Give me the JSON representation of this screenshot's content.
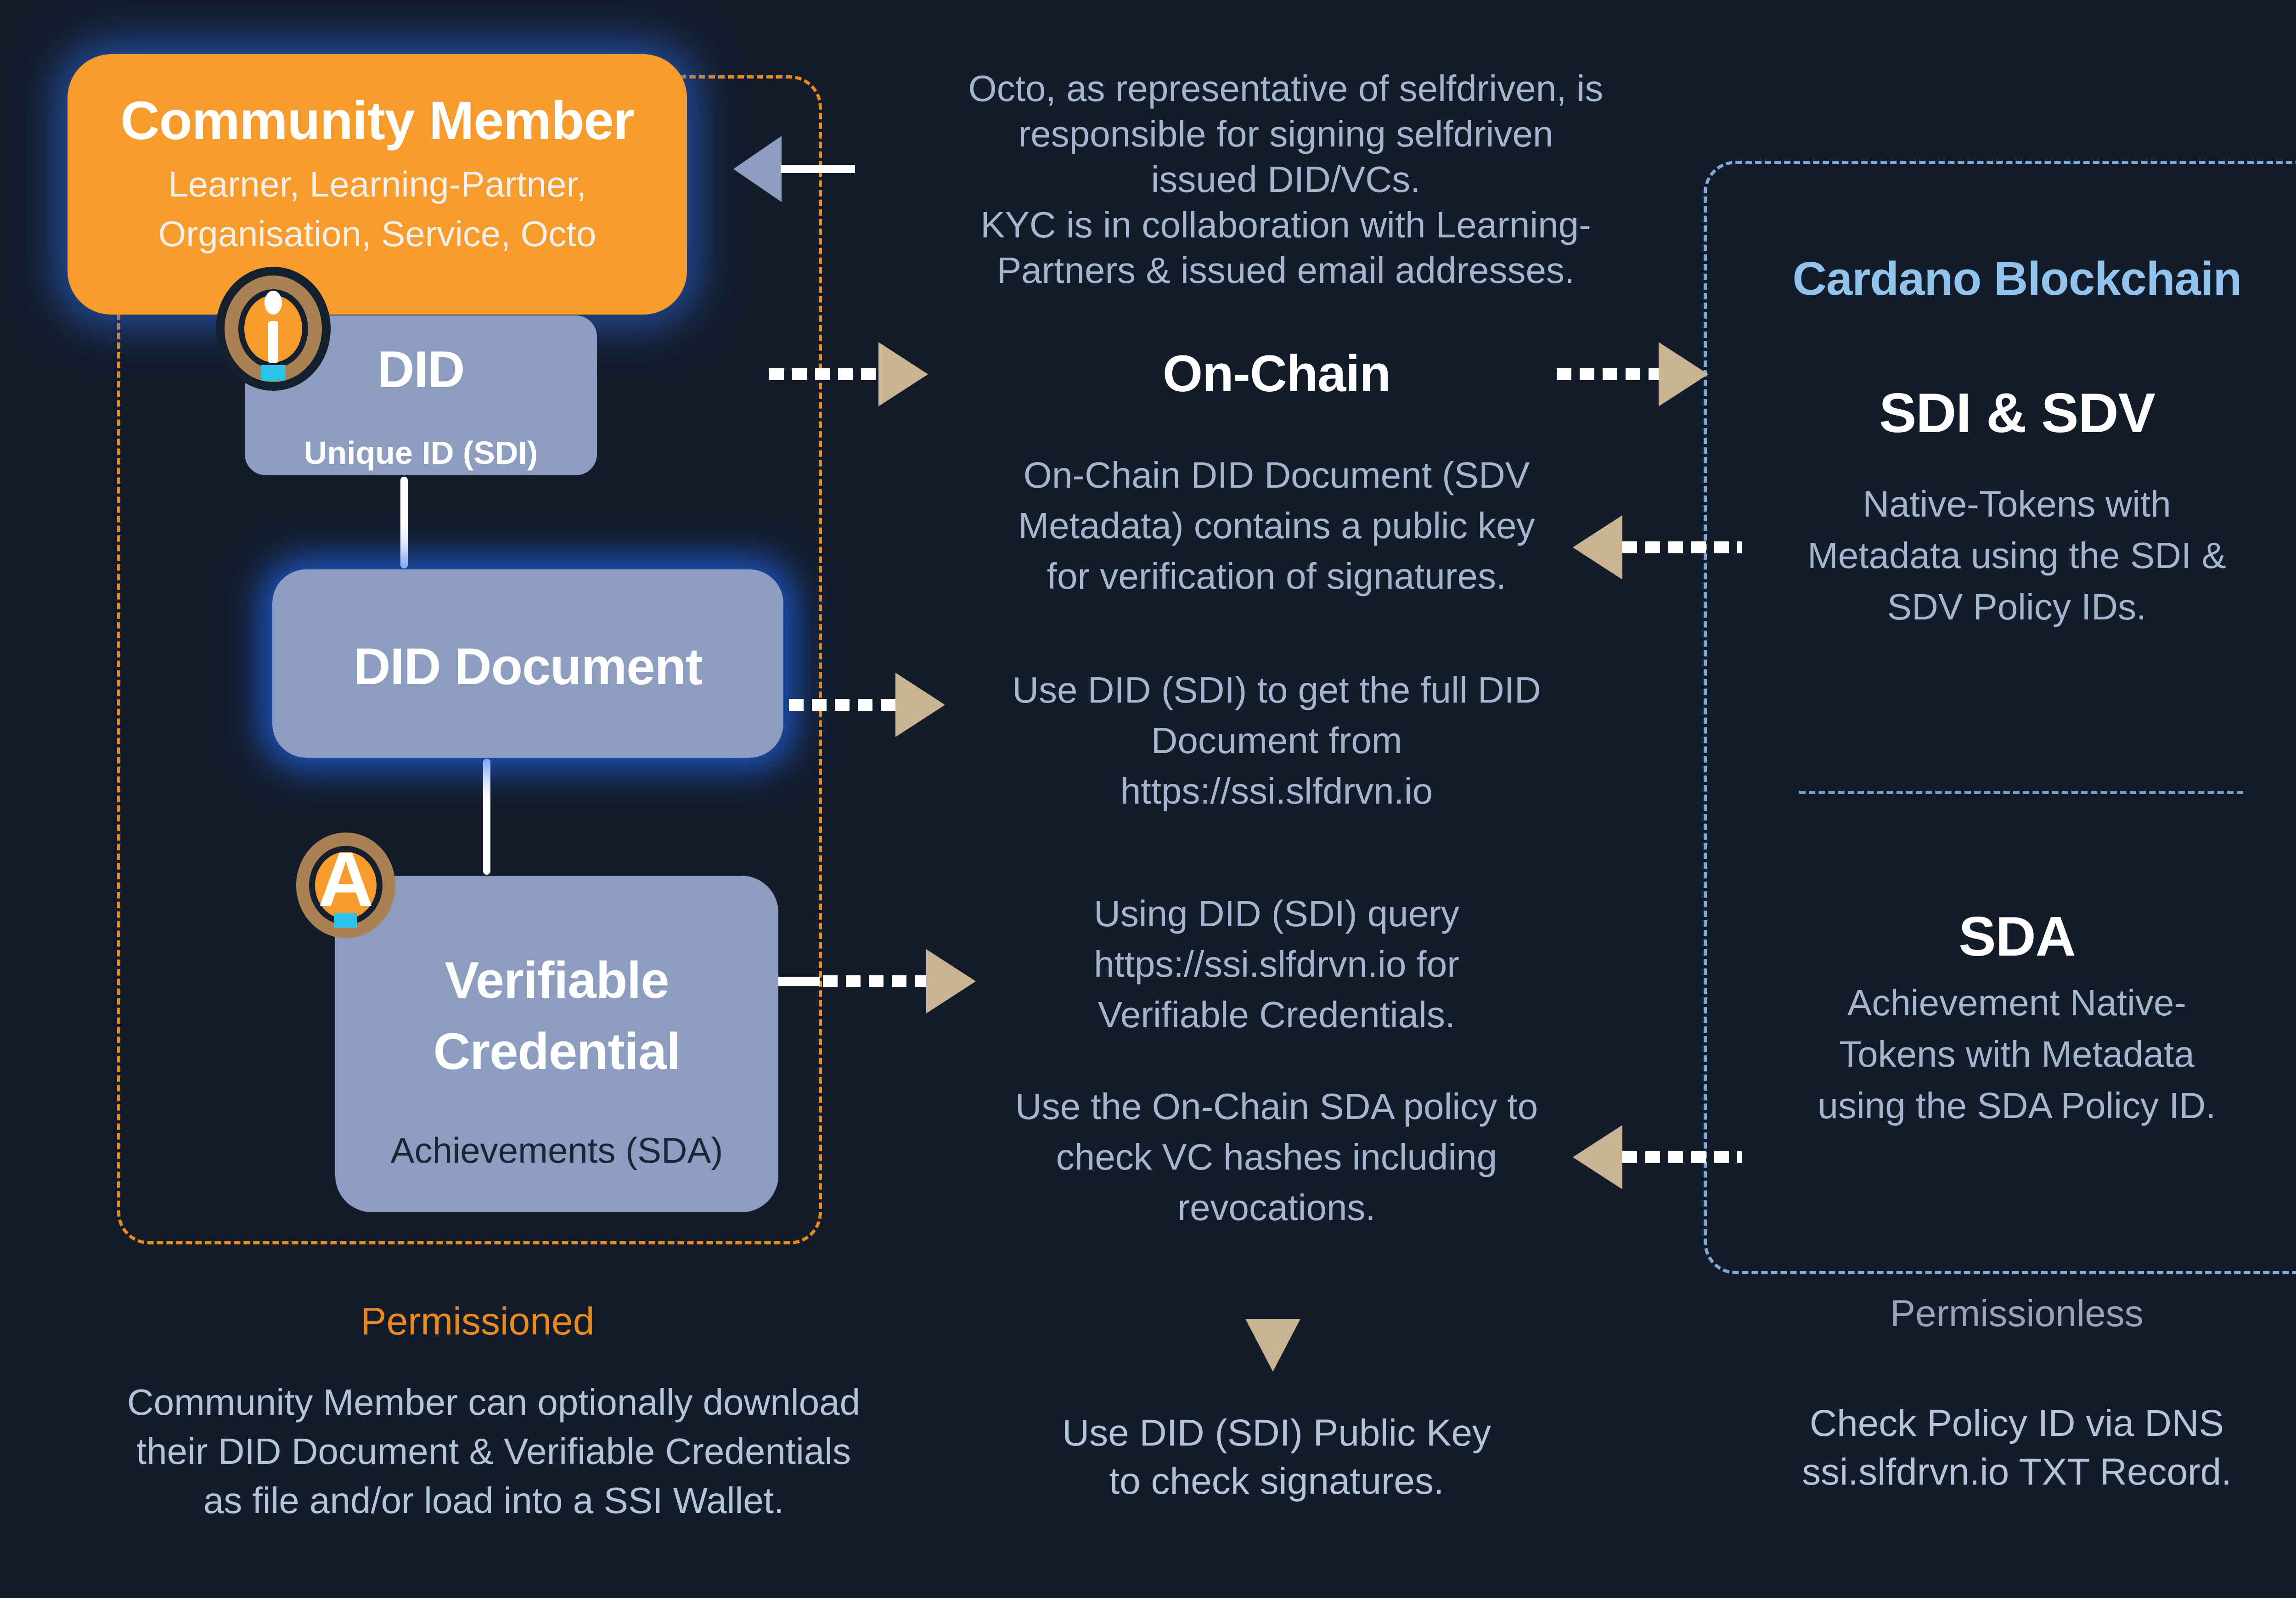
{
  "colors": {
    "bg": "#131c2b",
    "orange": "#f89b2d",
    "orange-accent": "#e9891f",
    "steel": "#8c9dbf",
    "tan": "#c9b392",
    "body-text": "#a7b4ce",
    "bottom-text": "#b6c2d8",
    "cardano-blue": "#92c3ed",
    "right-border": "#7fa9d3",
    "divider": "#7c9cc8",
    "muted": "#99a3b4",
    "dark-text": "#1b2536",
    "cyan": "#2cc5ea",
    "icon-tan": "#a98152",
    "icon-dark": "#15202f",
    "white": "#ffffff"
  },
  "left_panel": {
    "label": "Permissioned",
    "community_member": {
      "title": "Community Member",
      "subtitle_lines": [
        "Learner, Learning-Partner,",
        "Organisation, Service, Octo"
      ]
    },
    "did": {
      "title": "DID",
      "subtitle": "Unique ID (SDI)"
    },
    "did_document": {
      "title": "DID Document"
    },
    "verifiable_credential": {
      "title_lines": [
        "Verifiable",
        "Credential"
      ],
      "subtitle": "Achievements (SDA)"
    },
    "footnote_lines": [
      "Community Member can optionally download",
      "their DID Document & Verifiable Credentials",
      "as file and/or load into a SSI Wallet."
    ]
  },
  "middle": {
    "octo_note_lines": [
      "Octo, as representative of selfdriven, is",
      "responsible for signing selfdriven",
      "issued DID/VCs.",
      "KYC is in collaboration with Learning-",
      "Partners & issued email addresses."
    ],
    "on_chain_label": "On-Chain",
    "sdv_metadata_note_lines": [
      "On-Chain DID Document (SDV",
      "Metadata) contains a public key",
      "for verification of signatures."
    ],
    "did_document_note_lines": [
      "Use DID (SDI) to get the full DID",
      "Document from",
      "https://ssi.slfdrvn.io"
    ],
    "vc_query_note_lines": [
      "Using DID (SDI) query",
      "https://ssi.slfdrvn.io for",
      "Verifiable Credentials."
    ],
    "sda_policy_note_lines": [
      "Use the On-Chain SDA policy to",
      "check VC hashes including",
      "revocations."
    ],
    "public_key_note_lines": [
      "Use DID (SDI) Public Key",
      "to check signatures."
    ]
  },
  "right_panel": {
    "label": "Permissionless",
    "title": "Cardano Blockchain",
    "sdi_sdv": {
      "heading": "SDI & SDV",
      "lines": [
        "Native-Tokens with",
        "Metadata using the SDI &",
        "SDV Policy IDs."
      ]
    },
    "sda": {
      "heading": "SDA",
      "lines": [
        "Achievement Native-",
        "Tokens with Metadata",
        "using the SDA Policy ID."
      ]
    },
    "footnote_lines": [
      "Check Policy ID via DNS",
      "ssi.slfdrvn.io TXT Record."
    ]
  }
}
